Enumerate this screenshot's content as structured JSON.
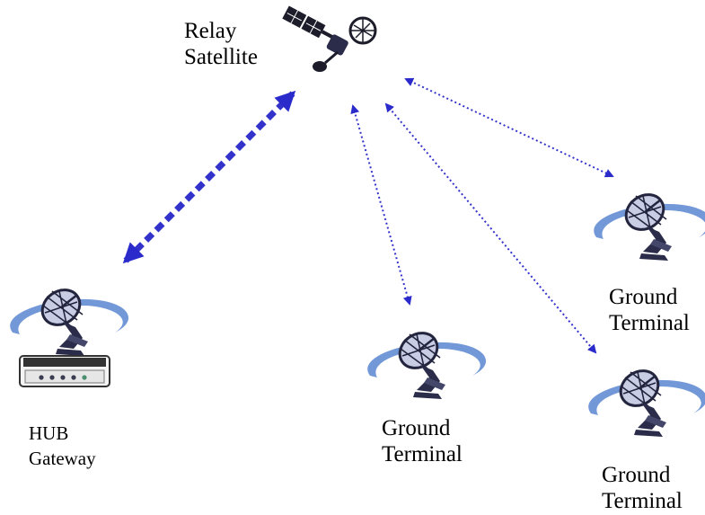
{
  "colors": {
    "link": "#3333cc",
    "link_arrowhead": "#2b2bcc",
    "antenna_dark": "#2a2c4a",
    "antenna_light": "#c8cce0",
    "swoosh": "#4d7ccc",
    "panel": "#1c1c2a"
  },
  "nodes": {
    "satellite": {
      "line1": "Relay",
      "line2": "Satellite",
      "icon": "satellite-icon"
    },
    "hub": {
      "line1": "HUB",
      "line2": "Gateway",
      "icon": "hub-gateway-icon"
    },
    "terminal_middle": {
      "line1": "Ground",
      "line2": "Terminal",
      "icon": "dish-antenna-icon"
    },
    "terminal_right_upper": {
      "line1": "Ground",
      "line2": "Terminal",
      "icon": "dish-antenna-icon"
    },
    "terminal_right_lower": {
      "line1": "Ground",
      "line2": "Terminal",
      "icon": "dish-antenna-icon"
    }
  },
  "links": [
    {
      "from": "hub",
      "to": "satellite",
      "style": "thick-dashed-bidirectional"
    },
    {
      "from": "satellite",
      "to": "terminal_middle",
      "style": "dotted-bidirectional"
    },
    {
      "from": "satellite",
      "to": "terminal_right_lower",
      "style": "dotted-bidirectional"
    },
    {
      "from": "satellite",
      "to": "terminal_right_upper",
      "style": "dotted-bidirectional"
    }
  ]
}
